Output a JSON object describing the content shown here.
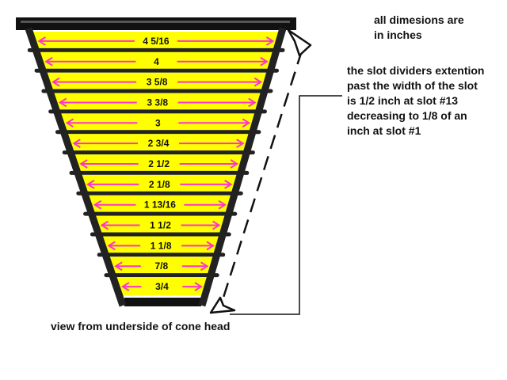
{
  "notes": {
    "units": [
      "all dimesions are",
      "in inches"
    ],
    "extension": [
      "the slot dividers extention",
      "past the width of the slot",
      "is 1/2 inch at slot #13",
      "decreasing to 1/8 of an",
      "inch at slot #1"
    ],
    "caption": "view from underside of cone head"
  },
  "slots": [
    {
      "label": "4 5/16"
    },
    {
      "label": "4"
    },
    {
      "label": "3 5/8"
    },
    {
      "label": "3 3/8"
    },
    {
      "label": "3"
    },
    {
      "label": "2 3/4"
    },
    {
      "label": "2 1/2"
    },
    {
      "label": "2 1/8"
    },
    {
      "label": "1 13/16"
    },
    {
      "label": "1 1/2"
    },
    {
      "label": "1 1/8"
    },
    {
      "label": "7/8"
    },
    {
      "label": "3/4"
    }
  ],
  "colors": {
    "slot_fill": "#ffff00",
    "arrow": "#ff33cc",
    "frame": "#222222"
  }
}
